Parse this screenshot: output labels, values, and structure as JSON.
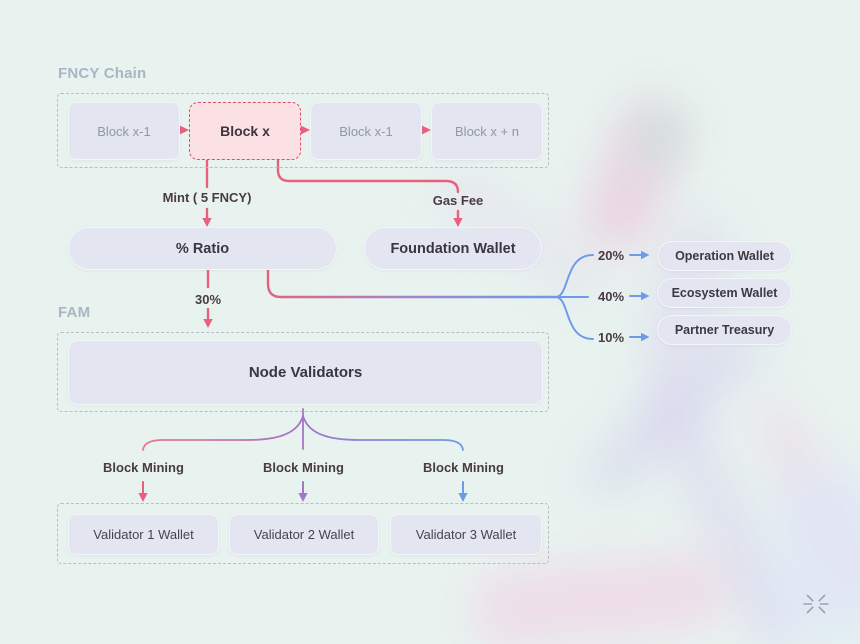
{
  "canvas": {
    "background": "#E8F3EF"
  },
  "sections": {
    "chain_label": "FNCY Chain",
    "fam_label": "FAM"
  },
  "chain": {
    "blocks": [
      {
        "label": "Block x-1",
        "highlight": false
      },
      {
        "label": "Block x",
        "highlight": true
      },
      {
        "label": "Block x-1",
        "highlight": false
      },
      {
        "label": "Block x + n",
        "highlight": false
      }
    ]
  },
  "flow": {
    "mint_label": "Mint ( 5 FNCY)",
    "gas_fee_label": "Gas Fee",
    "ratio_label": "% Ratio",
    "foundation_label": "Foundation Wallet",
    "validators_share": "30%"
  },
  "distribution": {
    "branches": [
      {
        "percent": "20%",
        "wallet": "Operation Wallet"
      },
      {
        "percent": "40%",
        "wallet": "Ecosystem Wallet"
      },
      {
        "percent": "10%",
        "wallet": "Partner Treasury"
      }
    ]
  },
  "fam": {
    "node_box_label": "Node Validators",
    "mining_labels": [
      "Block Mining",
      "Block Mining",
      "Block Mining"
    ],
    "validator_wallets": [
      "Validator 1 Wallet",
      "Validator 2 Wallet",
      "Validator 3 Wallet"
    ]
  },
  "colors": {
    "pink": "#E9607E",
    "purple": "#A278C4",
    "blue": "#6E9BE9",
    "highlight_fill": "#FBE1E3",
    "node_fill": "#E3E5F0",
    "label_dark": "#4A3A42",
    "muted_label": "#A9B5C3"
  }
}
